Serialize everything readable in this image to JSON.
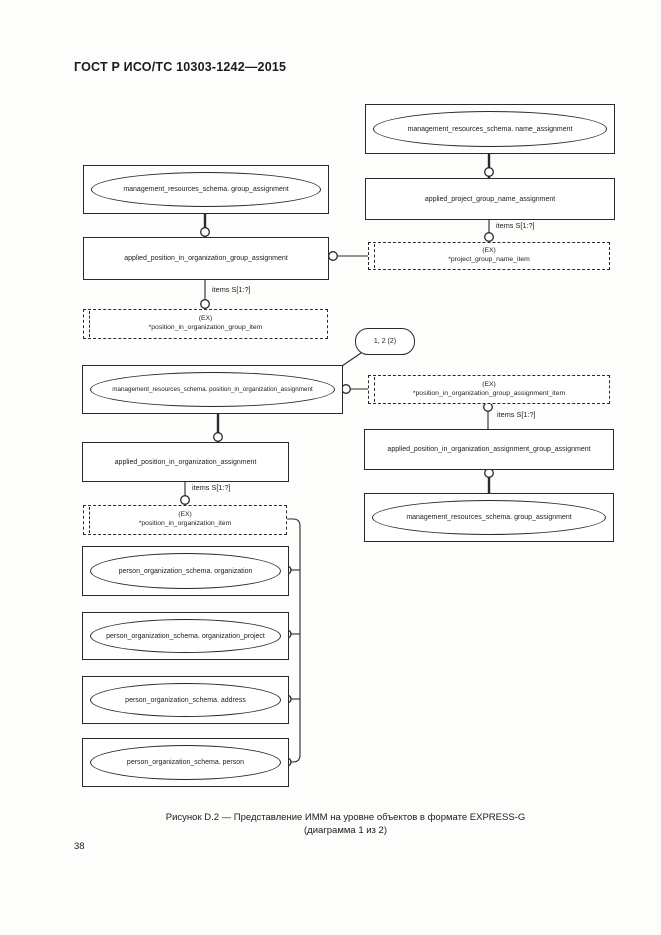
{
  "document": {
    "header": "ГОСТ Р ИСО/ТС 10303-1242—2015",
    "page_number": "38",
    "figure_caption": "Рисунок D.2 — Представление ИММ на уровне объектов в формате EXPRESS-G",
    "figure_caption_note": "(диаграмма 1 из 2)"
  },
  "diagram": {
    "page_ref": "1, 2 (2)",
    "ex_marker": "(EX)",
    "items_label": "items S[1:?]",
    "nodes": {
      "name_assignment": "management_resources_schema. name_assignment",
      "applied_project_group_name_assignment": "applied_project_group_name_assignment",
      "project_group_name_item": "*project_group_name_item",
      "group_assignment_top": "management_resources_schema. group_assignment",
      "applied_position_in_organization_group_assignment": "applied_position_in_organization_group_assignment",
      "position_in_organization_group_item": "*position_in_organization_group_item",
      "position_in_organization_assignment": "management_resources_schema. position_in_organization_assignment",
      "position_in_organization_group_assignment_item": "*position_in_organization_group_assignment_item",
      "applied_position_in_organization_assignment_group_assignment": "applied_position_in_organization_assignment_group_assignment",
      "group_assignment_bottom": "management_resources_schema. group_assignment",
      "applied_position_in_organization_assignment": "applied_position_in_organization_assignment",
      "position_in_organization_item": "*position_in_organization_item",
      "organization": "person_organization_schema. organization",
      "organization_project": "person_organization_schema. organization_project",
      "address": "person_organization_schema. address",
      "person": "person_organization_schema. person"
    }
  }
}
